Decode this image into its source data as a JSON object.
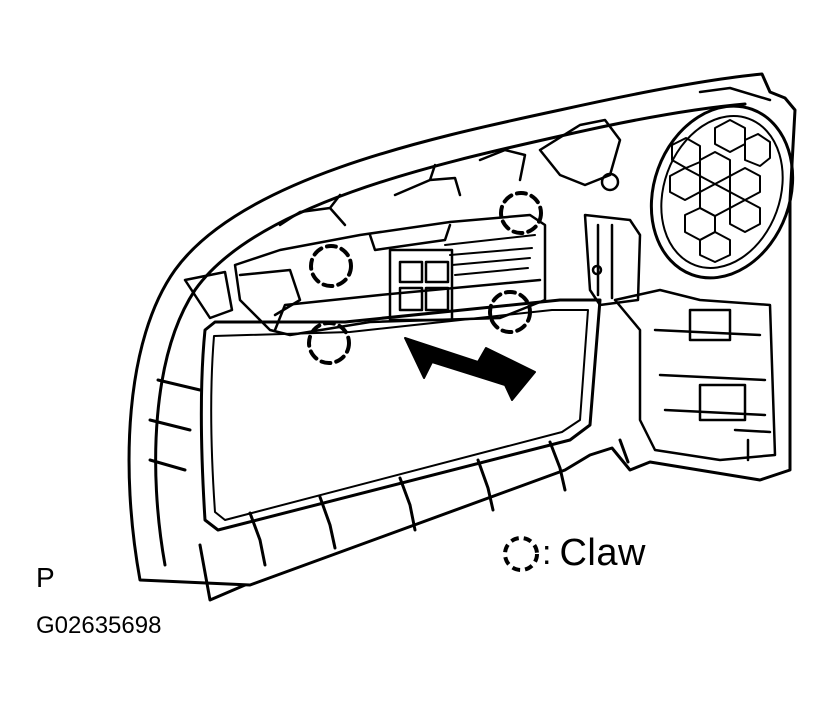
{
  "figure": {
    "view_label": "P",
    "figure_code": "G02635698"
  },
  "legend": {
    "symbol": "dashed-circle",
    "label": "Claw"
  },
  "callouts": {
    "claw_count": 4,
    "removal_direction": "arrow pointing down-right, away from panel"
  },
  "colors": {
    "line": "#000000",
    "background": "#ffffff"
  }
}
